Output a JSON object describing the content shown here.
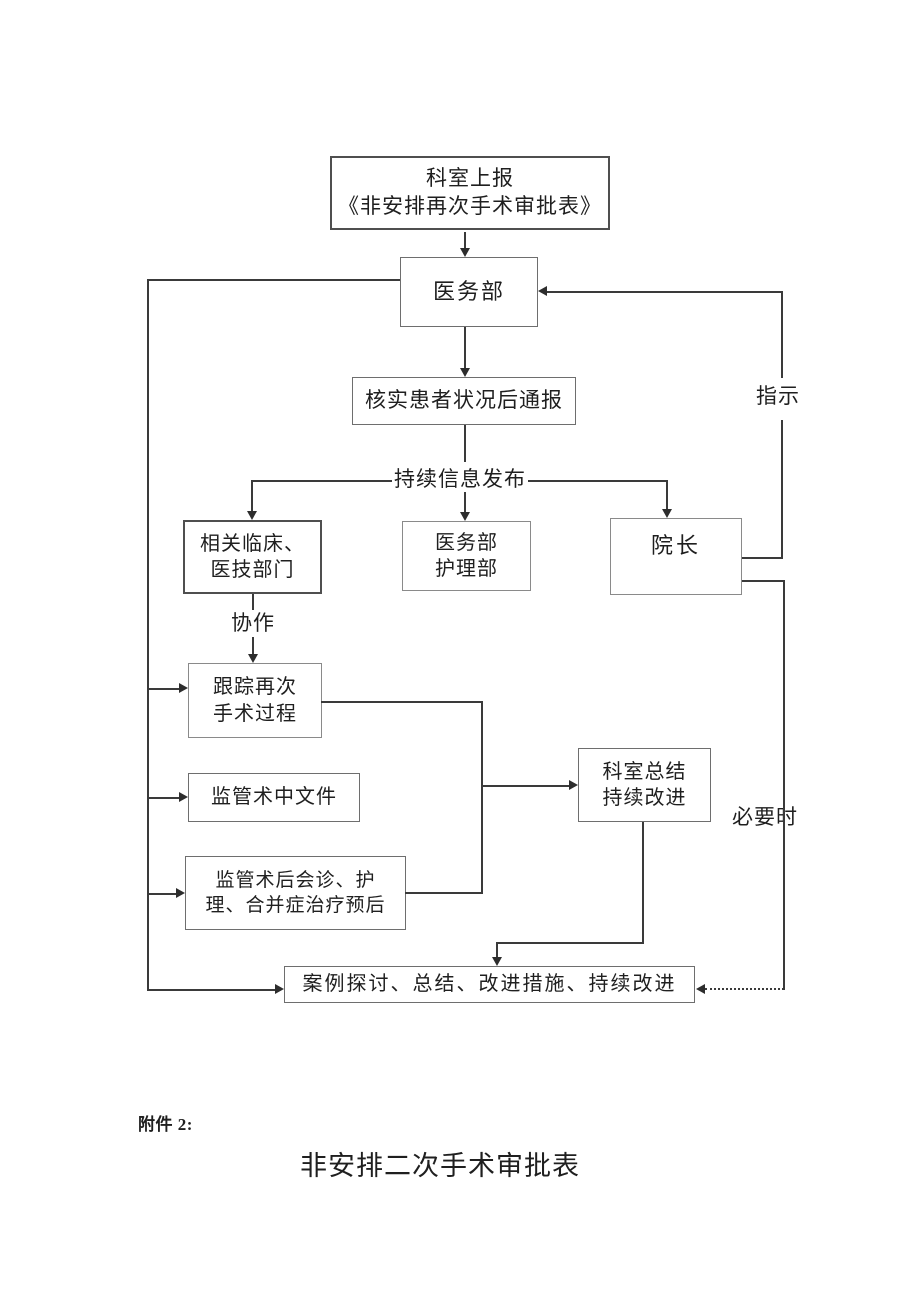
{
  "document": {
    "attachment_label": "附件 2:",
    "bottom_title": "非安排二次手术审批表"
  },
  "flowchart": {
    "nodes": {
      "report": {
        "lines": [
          "科室上报",
          "《非安排再次手术审批表》"
        ]
      },
      "medical_dept": {
        "lines": [
          "医务部"
        ]
      },
      "verify": {
        "lines": [
          "核实患者状况后通报"
        ]
      },
      "clinical": {
        "lines": [
          "相关临床、",
          "医技部门"
        ]
      },
      "med_nursing": {
        "lines": [
          "医务部",
          "护理部"
        ]
      },
      "president": {
        "lines": [
          "院长"
        ]
      },
      "track": {
        "lines": [
          "跟踪再次",
          "手术过程"
        ]
      },
      "monitor_docs": {
        "lines": [
          "监管术中文件"
        ]
      },
      "monitor_post": {
        "lines": [
          "监管术后会诊、护",
          "理、合并症治疗预后"
        ]
      },
      "dept_summary": {
        "lines": [
          "科室总结",
          "持续改进"
        ]
      },
      "case_review": {
        "lines": [
          "案例探讨、总结、改进措施、持续改进"
        ]
      }
    },
    "edge_labels": {
      "info_release": "持续信息发布",
      "instruct": "指示",
      "cooperate": "协作",
      "when_necessary": "必要时"
    },
    "colors": {
      "line": "#3a3a3a",
      "box_border": "#6e6e6e",
      "text": "#1f1f1f",
      "background": "#ffffff"
    }
  }
}
